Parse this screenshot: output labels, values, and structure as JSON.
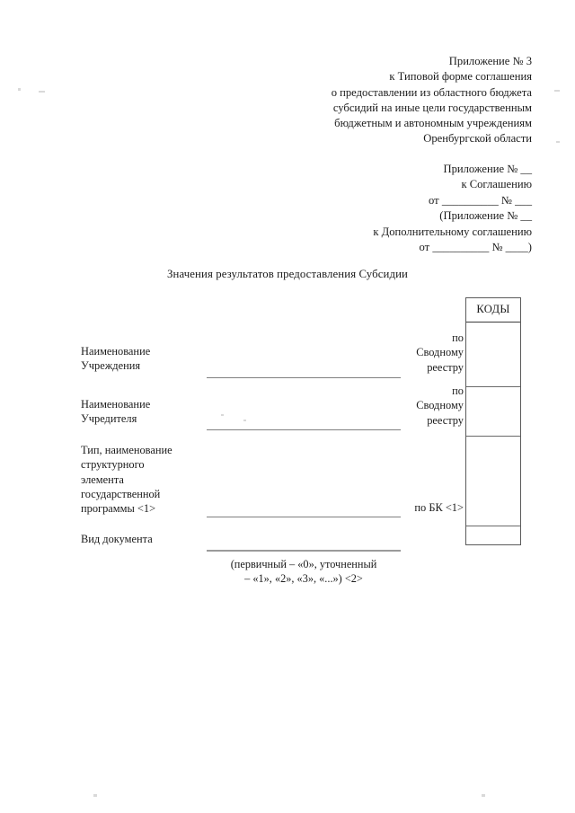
{
  "document": {
    "header_appendix": [
      "Приложение № 3",
      "к Типовой форме соглашения",
      "о предоставлении из областного бюджета",
      "субсидий на иные цели государственным",
      "бюджетным и автономным учреждениям",
      "Оренбургской области"
    ],
    "header_agreement": [
      "Приложение № __",
      "к Соглашению",
      "от __________ № ___",
      "(Приложение № __",
      "к Дополнительному соглашению",
      "от __________ № ____)"
    ],
    "title": "Значения результатов предоставления Субсидии",
    "labels": {
      "institution": "Наименование\nУчреждения",
      "institution_l1": "Наименование",
      "institution_l2": "Учреждения",
      "founder_l1": "Наименование",
      "founder_l2": "Учредителя",
      "program_l1": "Тип, наименование",
      "program_l2": "структурного",
      "program_l3": "элемента",
      "program_l4": "государственной",
      "program_l5": "программы <1>",
      "document_type": "Вид документа"
    },
    "captions": {
      "reestr_l1": "по",
      "reestr_l2": "Сводному",
      "reestr_l3": "реестру",
      "reestr2_l1": "по",
      "reestr2_l2": "Сводному",
      "reestr2_l3": "реестру",
      "bk": "по БК <1>"
    },
    "codes_box": {
      "header": "КОДЫ",
      "cells": [
        "",
        "",
        "",
        ""
      ]
    },
    "footnote_l1": "(первичный – «0», уточненный",
    "footnote_l2": "– «1», «2», «3», «...») <2>"
  }
}
